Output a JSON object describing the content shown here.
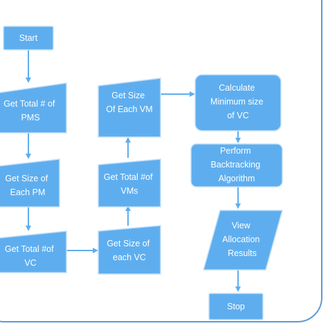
{
  "colors": {
    "node_fill": "#5eaeef",
    "node_border": "#c5e0f8",
    "arrow": "#5eaeef",
    "frame": "#5b9bd5",
    "text": "#ffffff"
  },
  "nodes": {
    "start": [
      "Start"
    ],
    "total_pms": [
      "Get Total # of",
      "PMS"
    ],
    "size_pm": [
      "Get Size of",
      "Each PM"
    ],
    "total_vc": [
      "Get Total #of",
      "VC"
    ],
    "size_vc": [
      "Get Size of",
      "each VC"
    ],
    "total_vms": [
      "Get Total #of",
      "VMs"
    ],
    "size_vm": [
      "Get Size",
      "Of Each VM"
    ],
    "calc_min": [
      "Calculate",
      "Minimum size",
      "of VC"
    ],
    "backtracking": [
      "Perform",
      "Backtracking",
      "Algorithm"
    ],
    "view_results": [
      "View",
      "Allocation",
      "Results"
    ],
    "stop": [
      "Stop"
    ]
  }
}
